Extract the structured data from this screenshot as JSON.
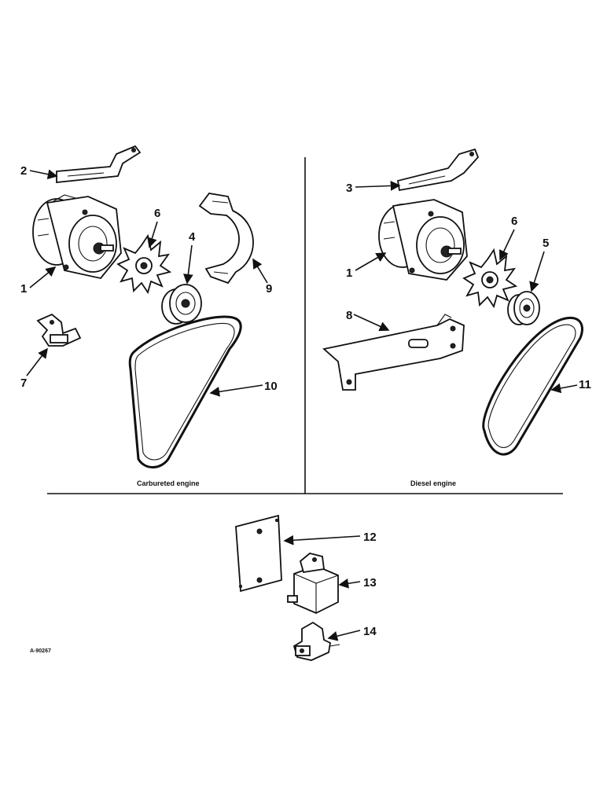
{
  "captions": {
    "left": "Carbureted engine",
    "right": "Diesel engine"
  },
  "reference": "A-90267",
  "callouts": [
    "1",
    "2",
    "3",
    "4",
    "5",
    "6",
    "7",
    "8",
    "9",
    "10",
    "11",
    "12",
    "13",
    "14"
  ]
}
